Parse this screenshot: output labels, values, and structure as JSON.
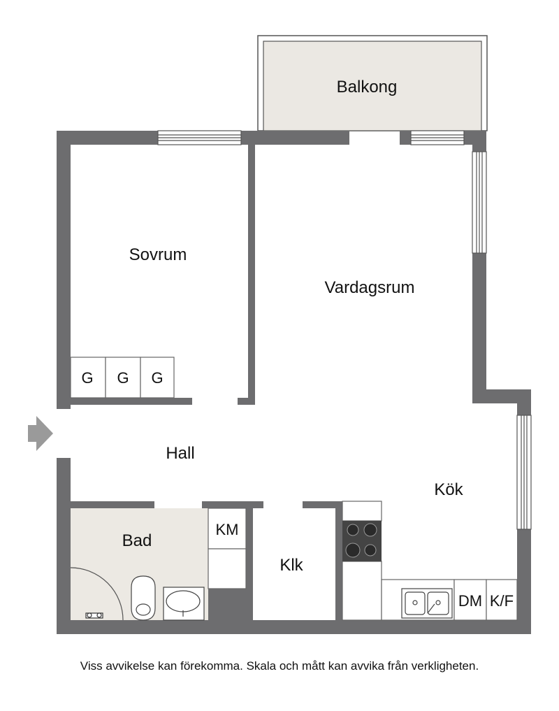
{
  "rooms": {
    "balkong": "Balkong",
    "sovrum": "Sovrum",
    "vardagsrum": "Vardagsrum",
    "hall": "Hall",
    "kok": "Kök",
    "bad": "Bad",
    "klk": "Klk"
  },
  "fixtures": {
    "wardrobe_1": "G",
    "wardrobe_2": "G",
    "wardrobe_3": "G",
    "washing_machine": "KM",
    "dishwasher": "DM",
    "fridge_freezer": "K/F"
  },
  "disclaimer": "Viss avvikelse kan förekomma. Skala och mått kan avvika från verkligheten.",
  "colors": {
    "wall": "#6d6d6f",
    "wet_room_floor": "#ece9e3",
    "balcony_floor": "#ebe8e3",
    "entrance_arrow": "#9a9a9a"
  }
}
